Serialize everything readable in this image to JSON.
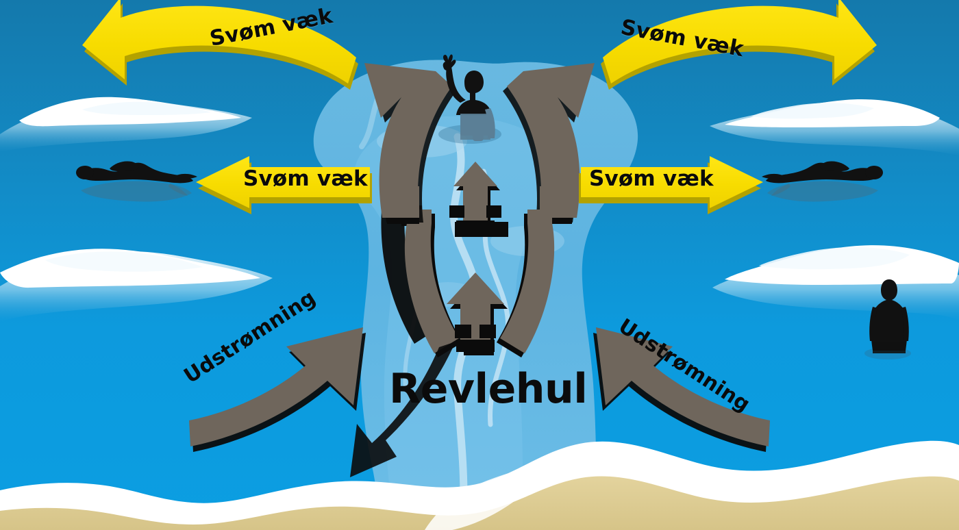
{
  "diagram": {
    "title": "Revlehul",
    "language": "da",
    "type": "rip-current-safety-infographic",
    "labels": {
      "swim_away": "Svøm væk",
      "outflow": "Udstrømning",
      "rip_hole": "Revlehul"
    },
    "arrows": {
      "swim_away_top_left": "Svøm væk",
      "swim_away_top_right": "Svøm væk",
      "swim_away_mid_left": "Svøm væk",
      "swim_away_mid_right": "Svøm væk",
      "outflow_left": "Udstrømning",
      "outflow_right": "Udstrømning"
    },
    "colors": {
      "ocean_deep": "#1683b5",
      "ocean_mid": "#0d9add",
      "rip_channel": "#5fb4e0",
      "rip_channel_light": "#89c9ec",
      "foam_white": "#ffffff",
      "sand": "#ddcb92",
      "arrow_yellow": "#f6dd00",
      "arrow_yellow_shadow": "#b3a200",
      "current_arrow": "#6f665c",
      "current_arrow_shadow": "#0a0a0a",
      "figure_dark": "#111111",
      "figure_submerged": "#5b7f96",
      "text": "#0a0a0a"
    },
    "figures": {
      "distressed_swimmer": "person-waving-in-rip-current",
      "swimmer_left": "swimmer-swimming-parallel-to-shore",
      "swimmer_right": "swimmer-swimming-parallel-to-shore",
      "wader_right": "person-standing-in-shallow-water"
    }
  }
}
